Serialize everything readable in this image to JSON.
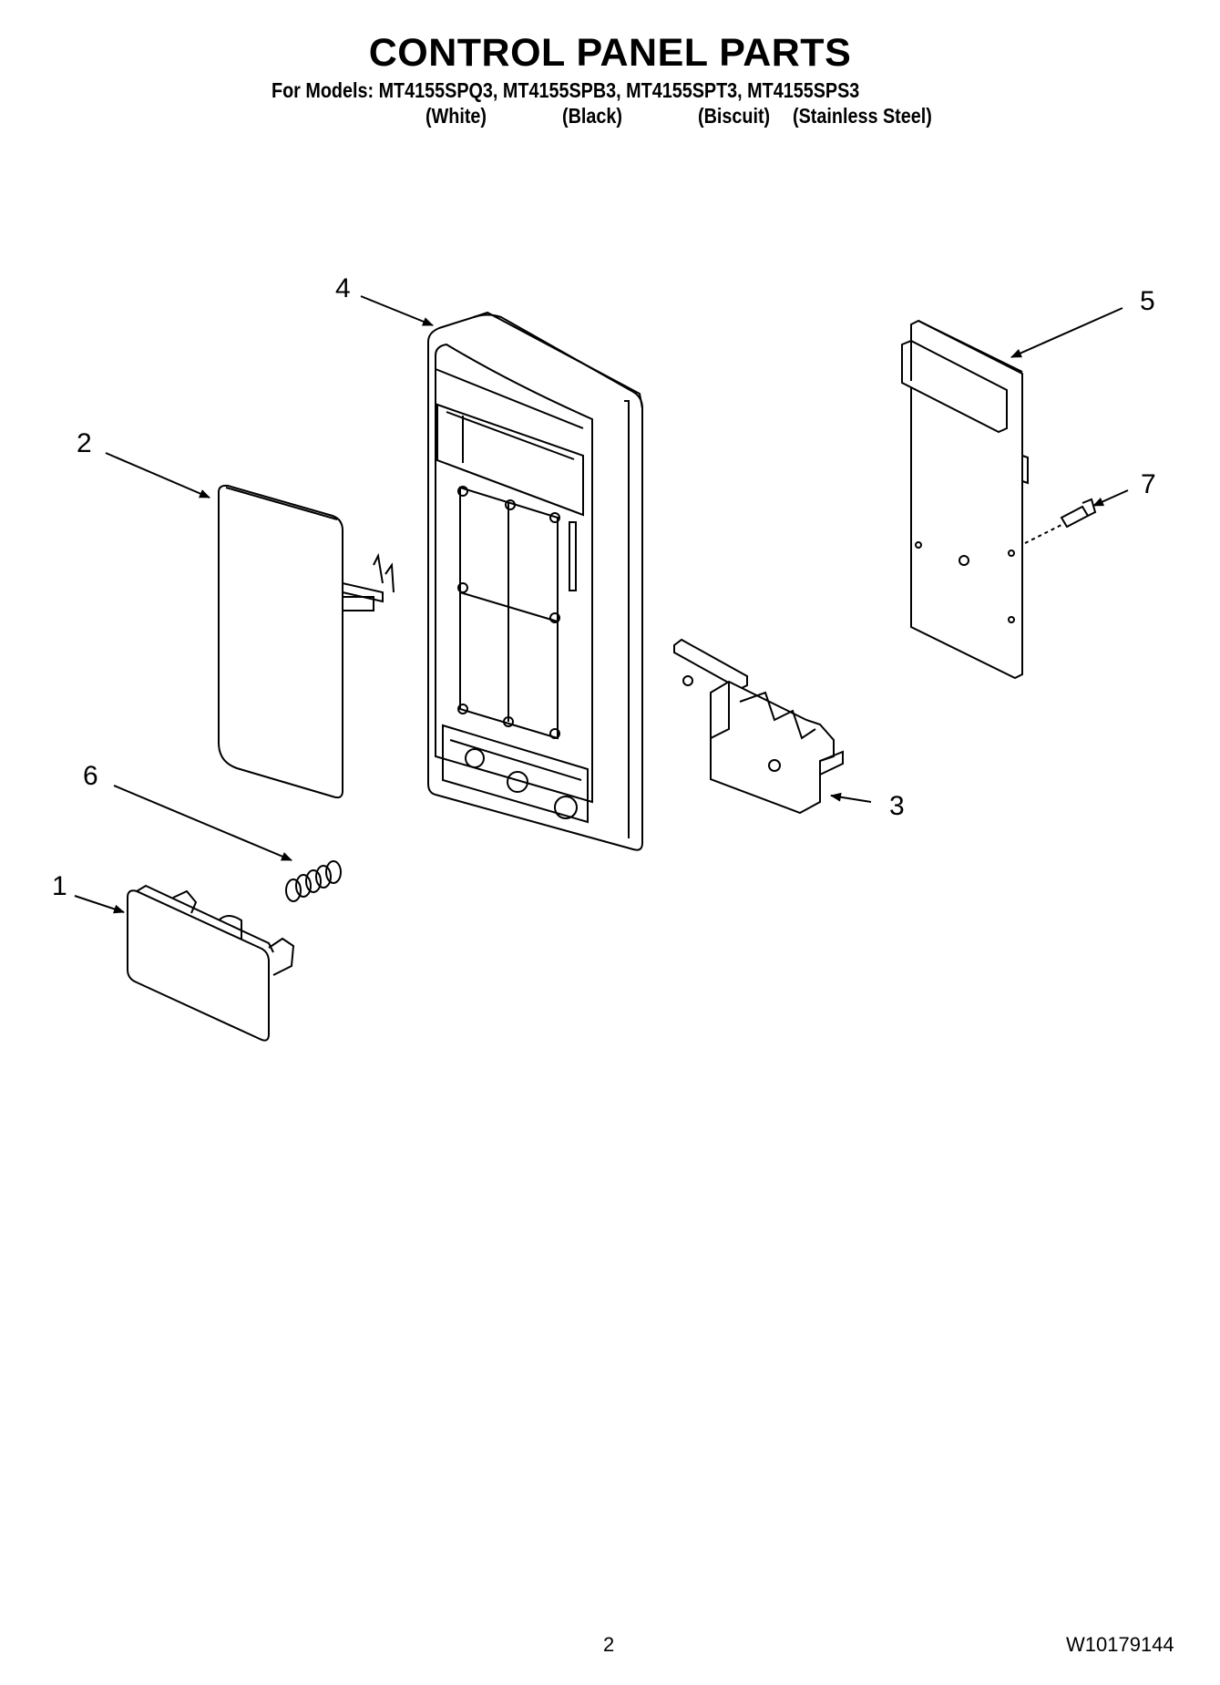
{
  "header": {
    "title": "CONTROL PANEL PARTS",
    "models_line": "For Models: MT4155SPQ3, MT4155SPB3, MT4155SPT3, MT4155SPS3",
    "finishes": [
      "(White)",
      "(Black)",
      "(Biscuit)",
      "(Stainless Steel)"
    ]
  },
  "callouts": {
    "c1": "1",
    "c2": "2",
    "c3": "3",
    "c4": "4",
    "c5": "5",
    "c6": "6",
    "c7": "7"
  },
  "footer": {
    "page_number": "2",
    "document_number": "W10179144"
  }
}
